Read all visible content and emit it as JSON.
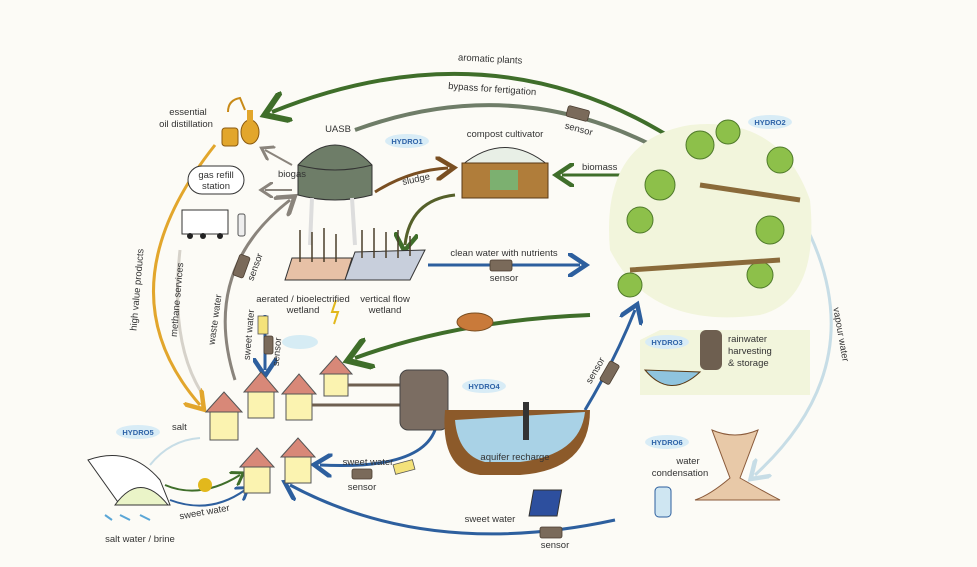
{
  "labels": {
    "essential_oil": [
      "essential",
      "oil distillation"
    ],
    "uasb": "UASB",
    "biogas": "biogas",
    "gas_refill": [
      "gas refill",
      "station"
    ],
    "sludge": "sludge",
    "compost": "compost cultivator",
    "biomass": "biomass",
    "aromatic": "aromatic plants",
    "bypass": "bypass for fertigation",
    "clean_water": "clean water with nutrients",
    "aerated": [
      "aerated / bioelectrified",
      "wetland"
    ],
    "vertical": [
      "vertical flow",
      "wetland"
    ],
    "high_value": "high value products",
    "methane": "methane services",
    "waste_water": "waste water",
    "sweet_water_vert": "sweet water",
    "salt": "salt",
    "sweet_water_green": "sweet water",
    "salt_water": "salt water / brine",
    "sweet_water_mid": "sweet water",
    "sweet_water_bottom": "sweet water",
    "aquifer": "aquifer recharge",
    "rainwater": [
      "rainwater",
      "harvesting",
      "& storage"
    ],
    "vapour": "vapour water",
    "condensation": [
      "water",
      "condensation"
    ],
    "sensor": "sensor"
  },
  "hydro": [
    "HYDRO1",
    "HYDRO2",
    "HYDRO3",
    "HYDRO4",
    "HYDRO5",
    "HYDRO6"
  ],
  "colors": {
    "green": "#3f6e2a",
    "greygreen": "#6f7d68",
    "blue": "#2d5f9e",
    "orange": "#e2a62c",
    "grey": "#8a847c",
    "brown": "#7a4f22"
  }
}
